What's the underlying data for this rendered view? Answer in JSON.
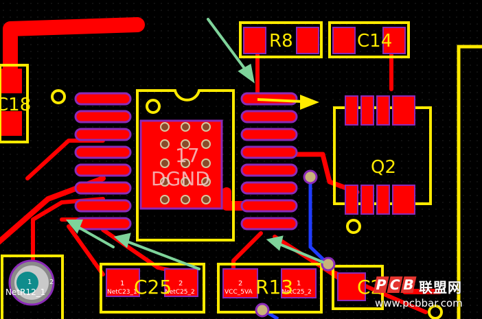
{
  "canvas": {
    "background_color": "#000000",
    "copper_color": "#ff0000",
    "silkscreen_color": "#ffea00",
    "arrow_annotation_color": "#7ed39a",
    "highlight_arrow_color": "#ffea00",
    "blue_trace_color": "#1f3cff"
  },
  "components": {
    "c18": {
      "designator": "C18"
    },
    "r8": {
      "designator": "R8"
    },
    "c14": {
      "designator": "C14"
    },
    "q2": {
      "designator": "Q2"
    },
    "u_center": {
      "pin_label": "17",
      "net_label": "DGND"
    },
    "c25": {
      "designator": "C25",
      "pad1_num": "1",
      "pad1_net": "NetC23_1",
      "pad2_num": "2",
      "pad2_net": "NetC25_2"
    },
    "r13": {
      "designator": "R13",
      "pad1_num": "2",
      "pad1_net": "VCC_5VA",
      "pad2_num": "1",
      "pad2_net": "NetC25_2"
    },
    "c_partial": {
      "designator": "C2"
    },
    "r12": {
      "pad_num": "1",
      "pad_num2": "2",
      "pad_net": "NetR12_1"
    }
  },
  "watermark": {
    "logo_letters": [
      "P",
      "C",
      "B"
    ],
    "chinese_name": "联盟网",
    "url": "www.pcbbar.com"
  }
}
